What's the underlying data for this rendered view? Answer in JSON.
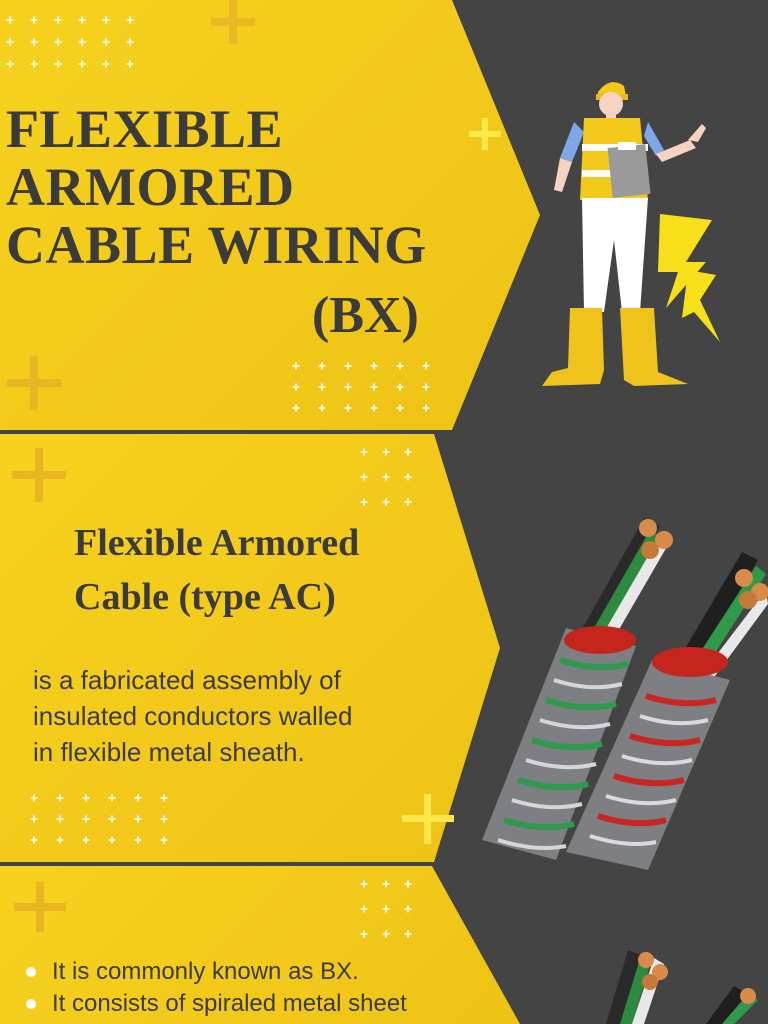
{
  "title": {
    "line1": "FLEXIBLE",
    "line2": "ARMORED",
    "line3": "CABLE WIRING",
    "line4": "(BX)"
  },
  "section2": {
    "heading_line1": "Flexible Armored",
    "heading_line2": "Cable (type AC)",
    "description_line1": "is a fabricated assembly of",
    "description_line2": "insulated conductors walled",
    "description_line3": "in flexible metal sheath."
  },
  "section3": {
    "bullets": [
      "It is commonly known as BX.",
      "It consists of spiraled metal sheet"
    ]
  },
  "colors": {
    "background": "#444444",
    "panel": "#f4cd1c",
    "text": "#3b3b3b",
    "accent": "#e8b820"
  },
  "icons": [
    "worker-illustration",
    "lightning-bolt-icon",
    "armored-cable-image",
    "plus-icon",
    "plus-dots-pattern"
  ]
}
